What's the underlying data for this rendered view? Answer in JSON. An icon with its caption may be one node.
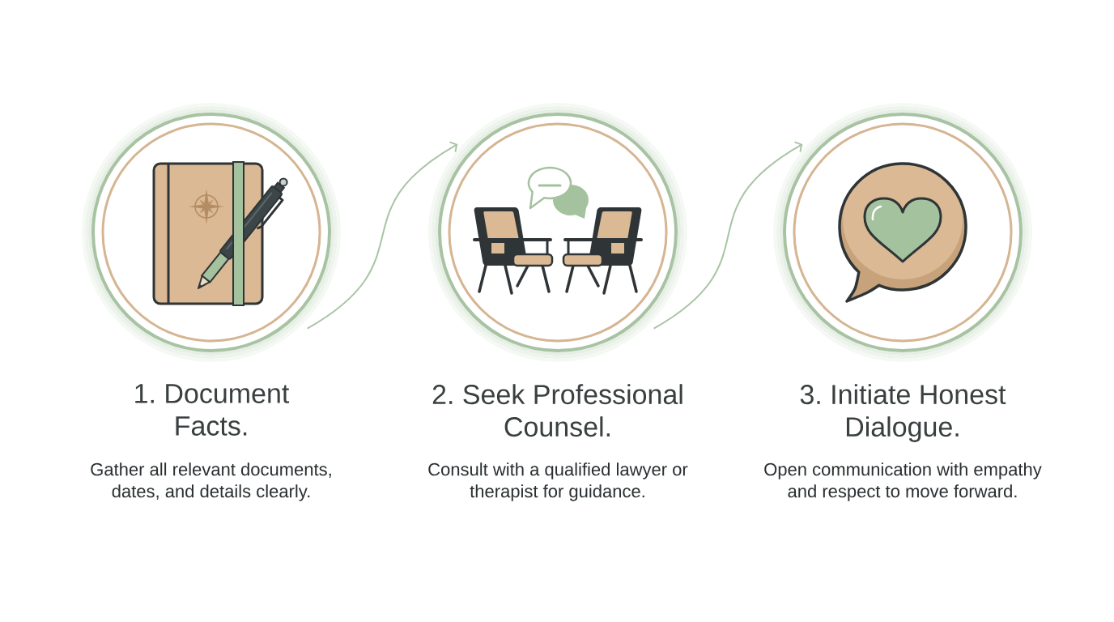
{
  "diagram": {
    "nodes": [
      {
        "text": [
          "1. Document Facts.",
          "Gather all relevant documents, dates, and details clearly."
        ]
      },
      {
        "text": [
          "2. Seek Professional Counsel.",
          "Consult with a qualified lawyer or therapist for guidance."
        ]
      },
      {
        "text": [
          "3. Initiate Honest Dialogue.",
          "Open communication with empathy and respect to move forward."
        ]
      }
    ],
    "edges": [
      {
        "from": 0,
        "to": 1,
        "arrow": "to"
      },
      {
        "from": 1,
        "to": 2,
        "arrow": "to"
      }
    ]
  }
}
